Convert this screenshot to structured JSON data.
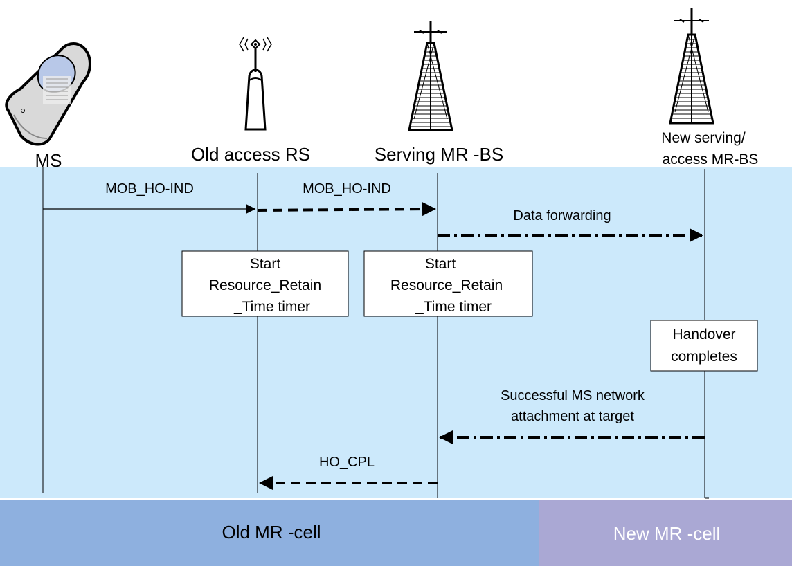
{
  "entities": {
    "ms": "MS",
    "old_rs": "Old access RS",
    "serving_bs": "Serving MR -BS",
    "new_bs_line1": "New serving/",
    "new_bs_line2": "access MR-BS"
  },
  "messages": {
    "ms_to_rs": "MOB_HO-IND",
    "rs_to_bs": "MOB_HO-IND",
    "data_forwarding": "Data forwarding",
    "attach_line1": "Successful MS network",
    "attach_line2": "attachment at target",
    "ho_cpl": "HO_CPL"
  },
  "boxes": {
    "rs_timer": {
      "line1": "Start",
      "line2": "Resource_Retain",
      "line3": "_Time timer"
    },
    "bs_timer": {
      "line1": "Start",
      "line2": "Resource_Retain",
      "line3": "_Time timer"
    },
    "handover": {
      "line1": "Handover",
      "line2": "completes"
    }
  },
  "cells": {
    "old": "Old MR -cell",
    "new": "New MR -cell"
  },
  "colors": {
    "panel_bg": "#cce9fb",
    "old_cell": "#8eb0df",
    "new_cell": "#aaa8d4",
    "new_cell_text": "#ffffff"
  },
  "icons": {
    "ms": "mobile-phone-icon",
    "old_rs": "relay-antenna-icon",
    "serving_bs": "cell-tower-icon",
    "new_bs": "cell-tower-icon"
  }
}
